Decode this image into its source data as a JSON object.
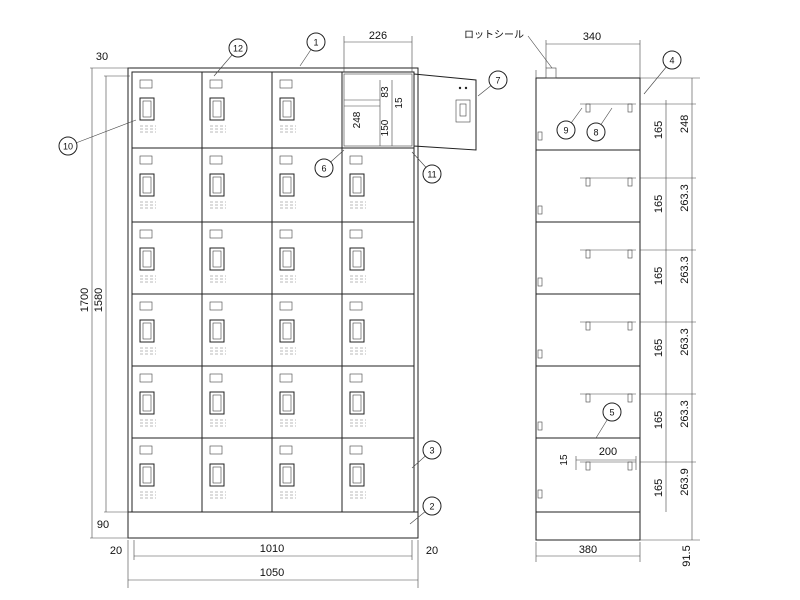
{
  "front": {
    "top_dims": [
      "226"
    ],
    "left_dims": [
      "30",
      "1700",
      "1580",
      "90"
    ],
    "bottom_dims": [
      "20",
      "1010",
      "20",
      "1050"
    ],
    "door_dims": [
      "83",
      "15",
      "248",
      "150"
    ]
  },
  "side": {
    "seal_label": "ロットシール",
    "top_dim": "340",
    "bottom_dim": "380",
    "inner_dims": [
      "165",
      "165",
      "165",
      "165",
      "165",
      "165"
    ],
    "pitch_dims": [
      "248",
      "263.3",
      "263.3",
      "263.3",
      "263.3",
      "263.9"
    ],
    "base_dim": "91.5",
    "shelf_dims": [
      "15",
      "200"
    ]
  },
  "callouts": [
    "1",
    "2",
    "3",
    "4",
    "5",
    "6",
    "7",
    "8",
    "9",
    "10",
    "11",
    "12"
  ],
  "colors": {
    "line": "#222222",
    "paper": "#ffffff"
  }
}
